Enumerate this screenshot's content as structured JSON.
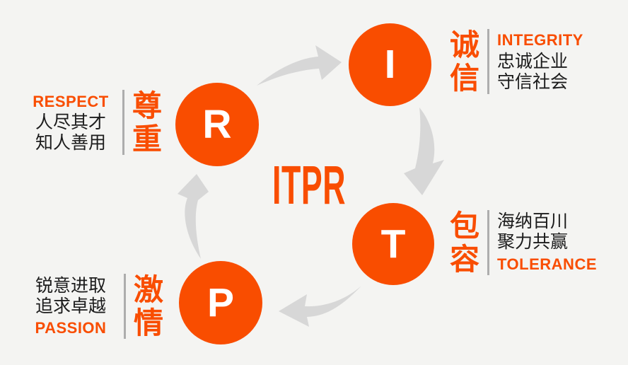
{
  "center_title": "ITPR",
  "colors": {
    "orange": "#F94D00",
    "arrow-gray": "#D7D7D7",
    "divider-gray": "#ADADAD",
    "background": "#F4F4F2",
    "text-dark": "#1C1C1C",
    "letter-white": "#FFFFFF"
  },
  "items": {
    "integrity": {
      "letter": "I",
      "cn": "诚信",
      "en": "INTEGRITY",
      "desc1": "忠诚企业",
      "desc2": "守信社会"
    },
    "tolerance": {
      "letter": "T",
      "cn": "包容",
      "en": "TOLERANCE",
      "desc1": "海纳百川",
      "desc2": "聚力共赢"
    },
    "passion": {
      "letter": "P",
      "cn": "激情",
      "en": "PASSION",
      "desc1": "锐意进取",
      "desc2": "追求卓越"
    },
    "respect": {
      "letter": "R",
      "cn": "尊重",
      "en": "RESPECT",
      "desc1": "人尽其才",
      "desc2": "知人善用"
    }
  }
}
